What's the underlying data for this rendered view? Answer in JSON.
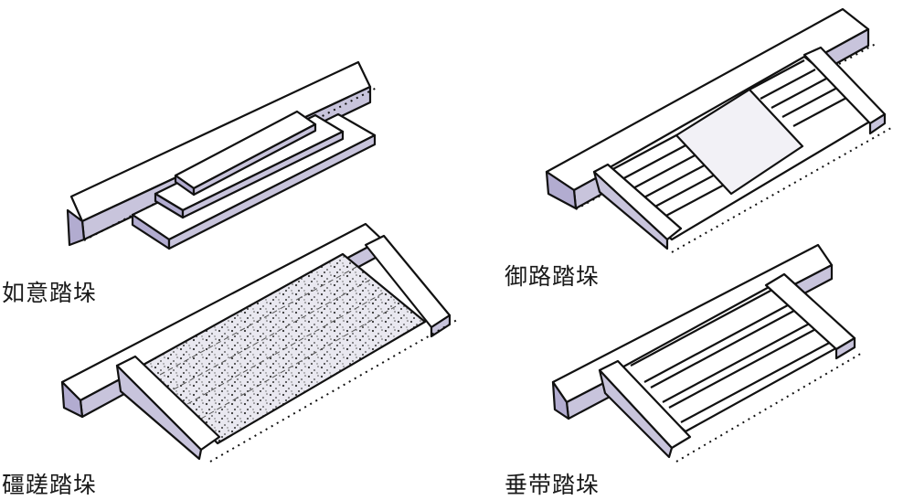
{
  "figures": [
    {
      "id": "ruyi",
      "label": "如意踏垛"
    },
    {
      "id": "yulu",
      "label": "御路踏垛"
    },
    {
      "id": "cacuo",
      "label": "礓蹉踏垛"
    },
    {
      "id": "chuidai",
      "label": "垂带踏垛"
    }
  ],
  "colors": {
    "ink": "#111111",
    "wall": "#c8c4dc",
    "plinth": "#b2acd0",
    "face": "#ffffff",
    "paper": "#ffffff"
  }
}
